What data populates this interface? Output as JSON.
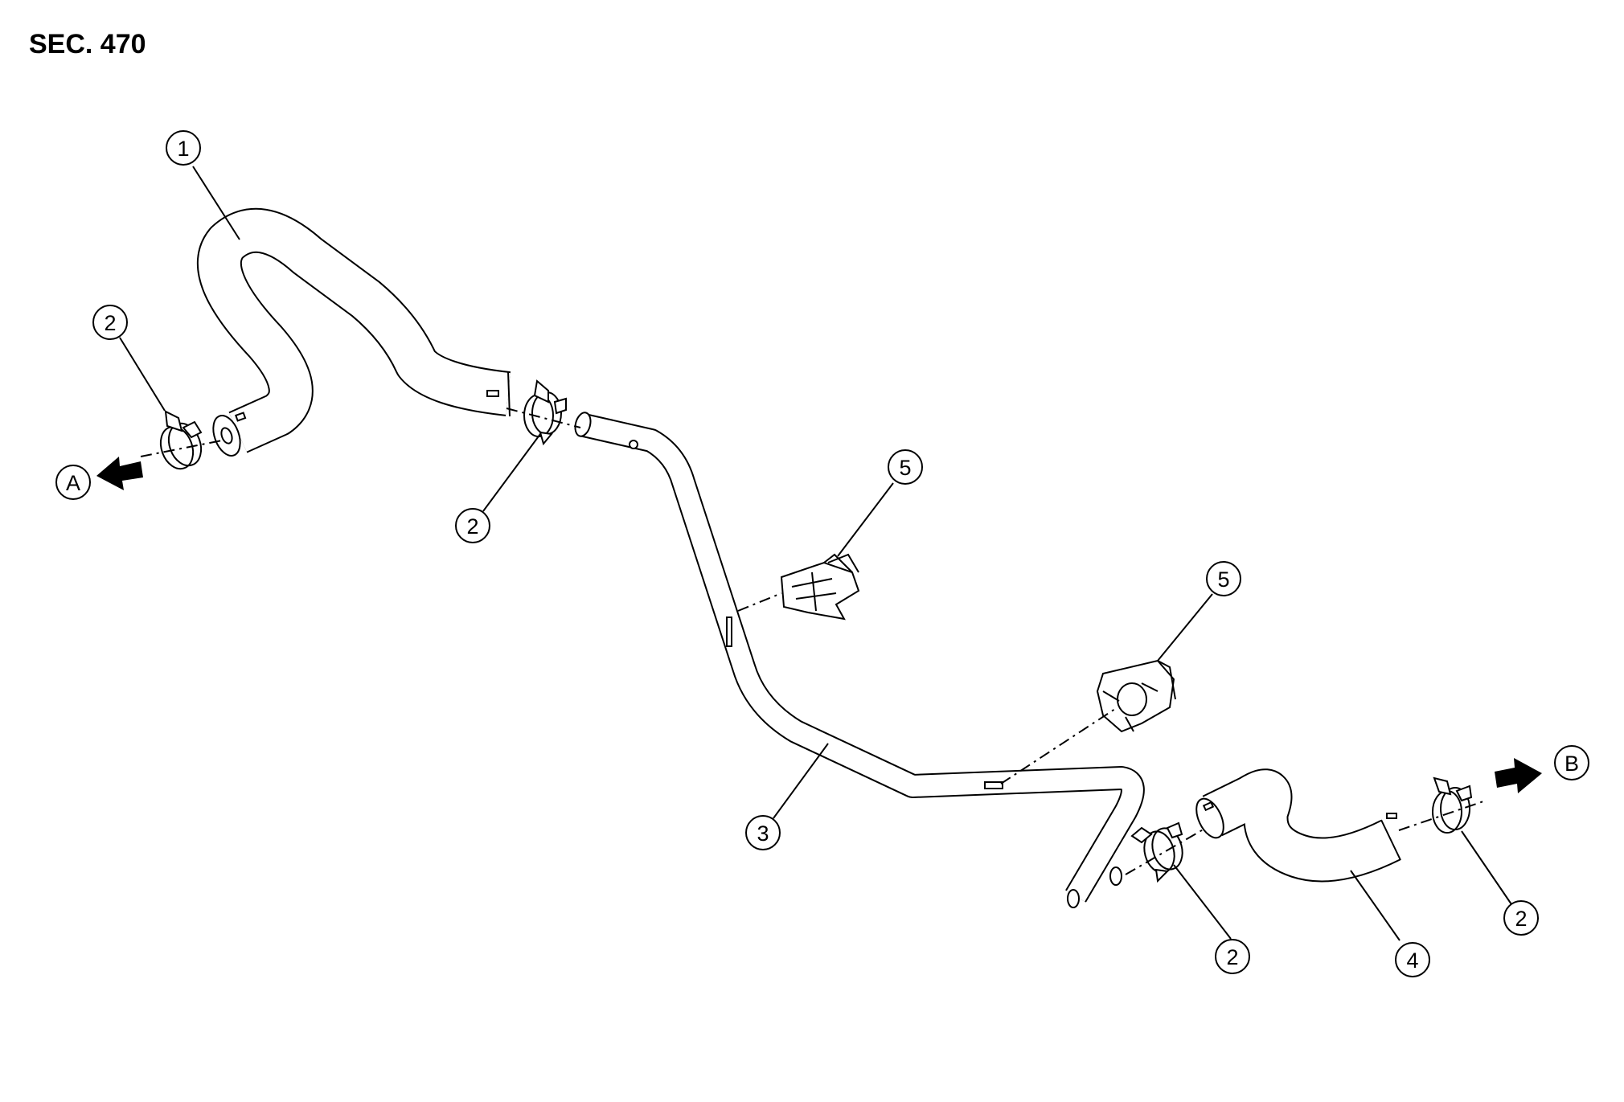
{
  "section": {
    "label": "SEC. 470"
  },
  "callouts": {
    "item1": "1",
    "item2a": "2",
    "item2b": "2",
    "item2c": "2",
    "item2d": "2",
    "item3": "3",
    "item4": "4",
    "item5a": "5",
    "item5b": "5",
    "dirA": "A",
    "dirB": "B"
  }
}
